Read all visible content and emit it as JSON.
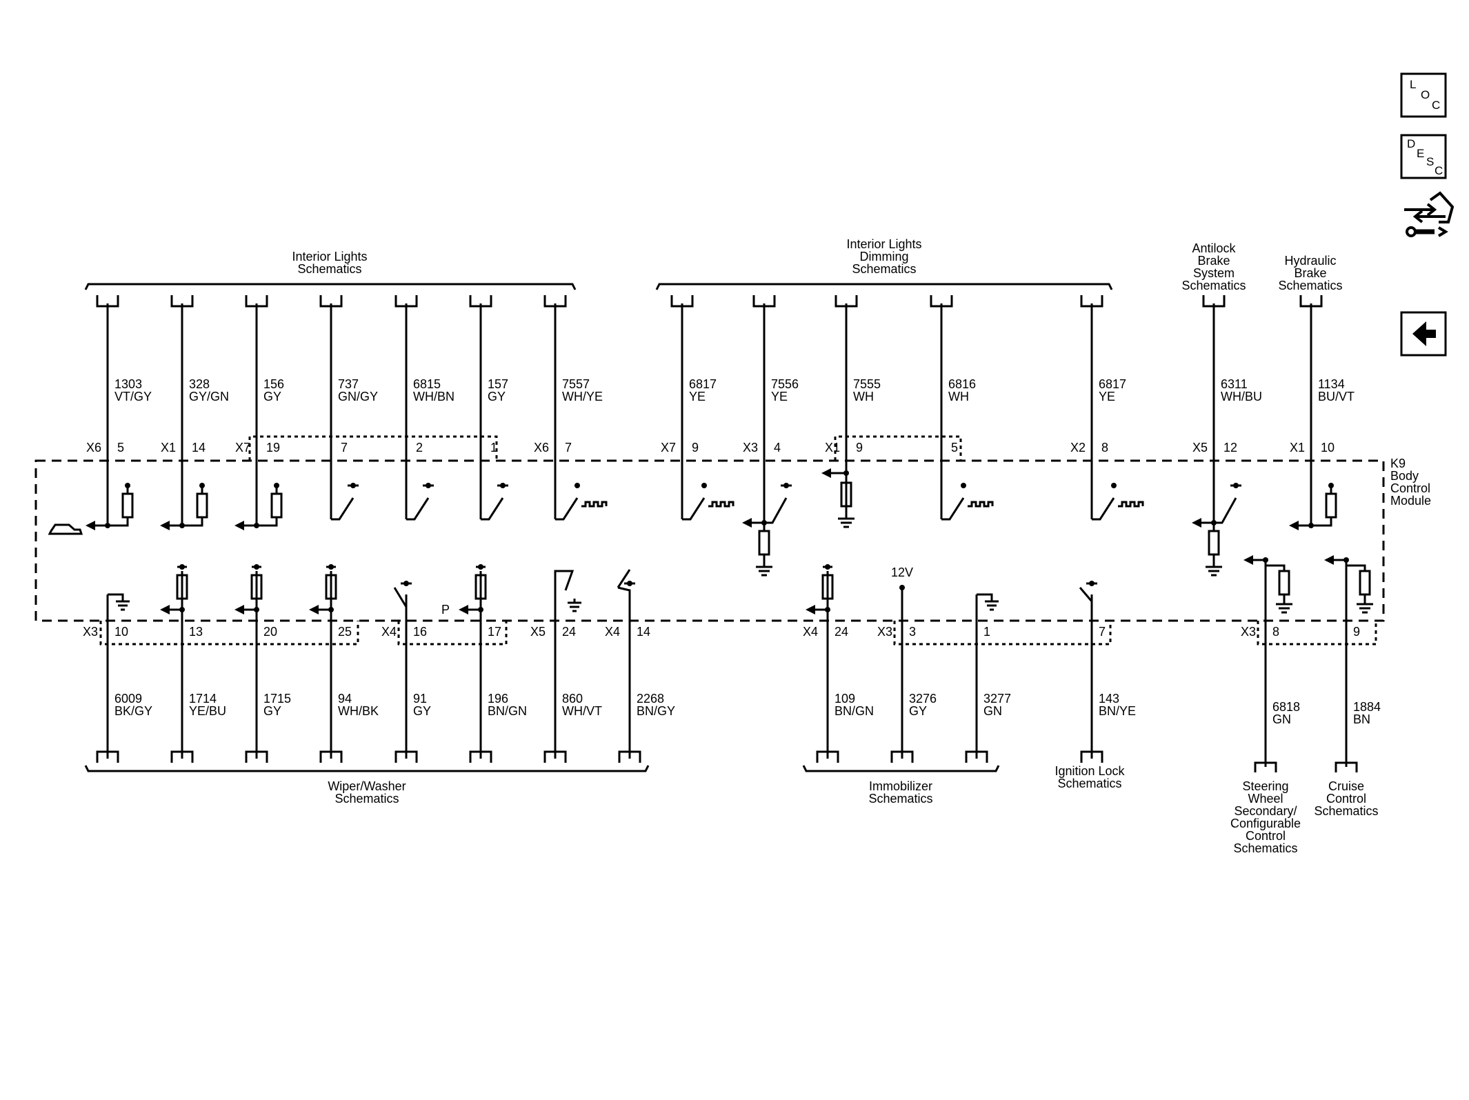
{
  "nav": {
    "loc": [
      "L",
      "O",
      "C"
    ],
    "desc": [
      "D",
      "E",
      "S",
      "C"
    ],
    "dtc_icon": "connector-wrench-icon",
    "back_icon": "back-arrow-icon"
  },
  "module": {
    "label": [
      "K9",
      "Body",
      "Control",
      "Module"
    ]
  },
  "groups": {
    "top_interior": [
      "Interior Lights",
      "Schematics"
    ],
    "top_dimming": [
      "Interior Lights",
      "Dimming",
      "Schematics"
    ],
    "top_abs": [
      "Antilock",
      "Brake",
      "System",
      "Schematics"
    ],
    "top_hyd": [
      "Hydraulic",
      "Brake",
      "Schematics"
    ],
    "bot_wiper": [
      "Wiper/Washer",
      "Schematics"
    ],
    "bot_immob": [
      "Immobilizer",
      "Schematics"
    ],
    "bot_ign": [
      "Ignition Lock",
      "Schematics"
    ],
    "bot_steer": [
      "Steering",
      "Wheel",
      "Secondary/",
      "Configurable",
      "Control",
      "Schematics"
    ],
    "bot_cruise": [
      "Cruise",
      "Control",
      "Schematics"
    ]
  },
  "top_wires": [
    {
      "conn": "X6",
      "pin": "5",
      "circuit": "1303",
      "color": "VT/GY"
    },
    {
      "conn": "X1",
      "pin": "14",
      "circuit": "328",
      "color": "GY/GN"
    },
    {
      "conn": "X7",
      "pin": "19",
      "circuit": "156",
      "color": "GY"
    },
    {
      "conn": "",
      "pin": "7",
      "circuit": "737",
      "color": "GN/GY"
    },
    {
      "conn": "",
      "pin": "2",
      "circuit": "6815",
      "color": "WH/BN"
    },
    {
      "conn": "",
      "pin": "1",
      "circuit": "157",
      "color": "GY"
    },
    {
      "conn": "X6",
      "pin": "7",
      "circuit": "7557",
      "color": "WH/YE"
    },
    {
      "conn": "X7",
      "pin": "9",
      "circuit": "6817",
      "color": "YE"
    },
    {
      "conn": "X3",
      "pin": "4",
      "circuit": "7556",
      "color": "YE"
    },
    {
      "conn": "X1",
      "pin": "9",
      "circuit": "7555",
      "color": "WH"
    },
    {
      "conn": "",
      "pin": "5",
      "circuit": "6816",
      "color": "WH"
    },
    {
      "conn": "X2",
      "pin": "8",
      "circuit": "6817",
      "color": "YE"
    },
    {
      "conn": "X5",
      "pin": "12",
      "circuit": "6311",
      "color": "WH/BU"
    },
    {
      "conn": "X1",
      "pin": "10",
      "circuit": "1134",
      "color": "BU/VT"
    }
  ],
  "bottom_wires": [
    {
      "conn": "X3",
      "pin": "10",
      "circuit": "6009",
      "color": "BK/GY"
    },
    {
      "conn": "",
      "pin": "13",
      "circuit": "1714",
      "color": "YE/BU"
    },
    {
      "conn": "",
      "pin": "20",
      "circuit": "1715",
      "color": "GY"
    },
    {
      "conn": "",
      "pin": "25",
      "circuit": "94",
      "color": "WH/BK"
    },
    {
      "conn": "X4",
      "pin": "16",
      "circuit": "91",
      "color": "GY"
    },
    {
      "conn": "",
      "pin": "17",
      "circuit": "196",
      "color": "BN/GN"
    },
    {
      "conn": "X5",
      "pin": "24",
      "circuit": "860",
      "color": "WH/VT"
    },
    {
      "conn": "X4",
      "pin": "14",
      "circuit": "2268",
      "color": "BN/GY"
    },
    {
      "conn": "X4",
      "pin": "24",
      "circuit": "109",
      "color": "BN/GN"
    },
    {
      "conn": "X3",
      "pin": "3",
      "circuit": "3276",
      "color": "GY"
    },
    {
      "conn": "",
      "pin": "1",
      "circuit": "3277",
      "color": "GN"
    },
    {
      "conn": "",
      "pin": "7",
      "circuit": "143",
      "color": "BN/YE"
    },
    {
      "conn": "X3",
      "pin": "8",
      "circuit": "6818",
      "color": "GN"
    },
    {
      "conn": "",
      "pin": "9",
      "circuit": "1884",
      "color": "BN"
    }
  ],
  "labels": {
    "v12": "12V",
    "p": "P"
  }
}
